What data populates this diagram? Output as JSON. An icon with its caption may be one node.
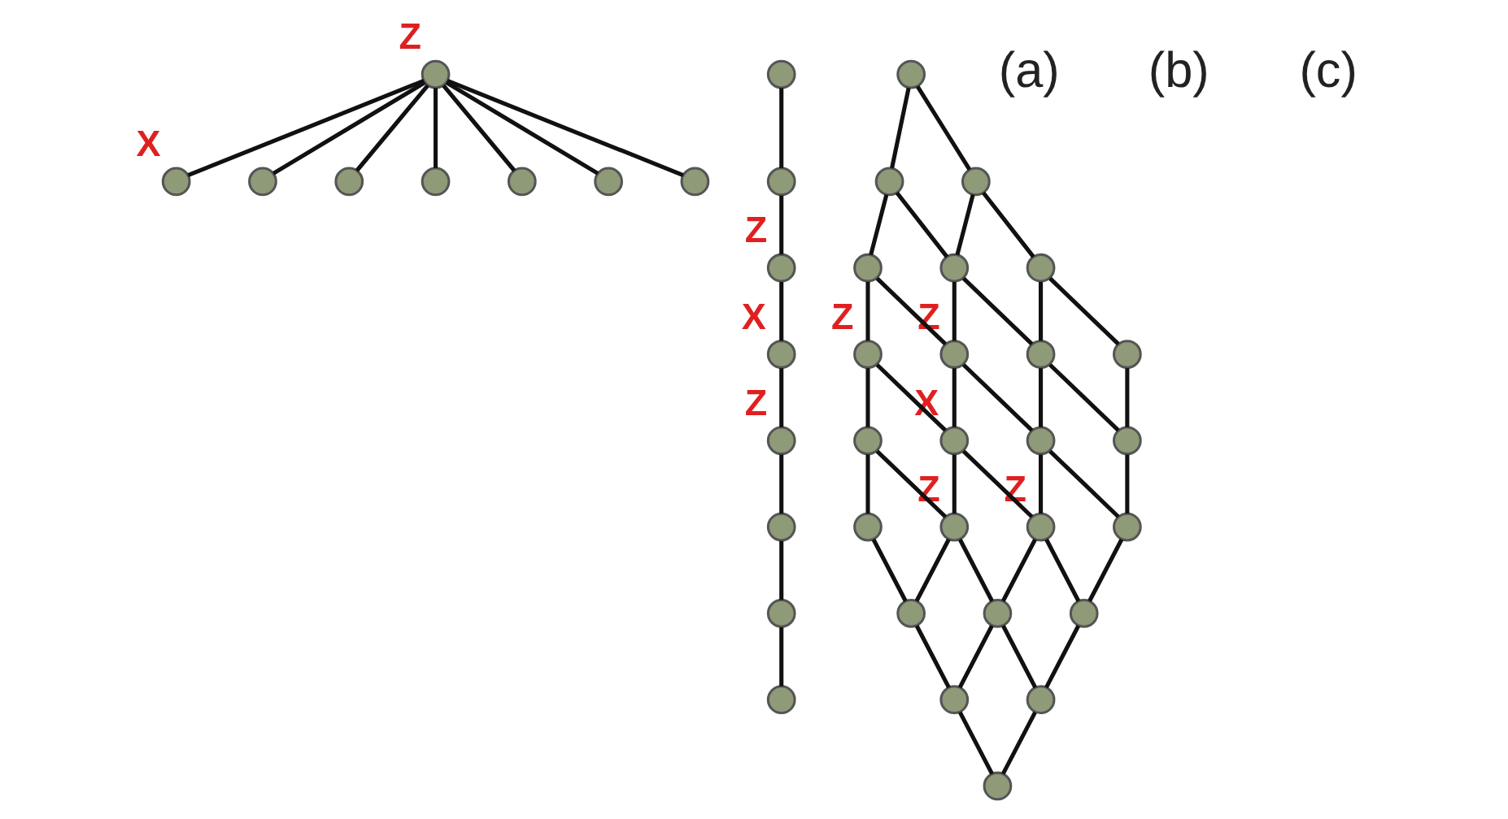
{
  "diagram": {
    "nodes": [
      {
        "text": [],
        "shape": "circle",
        "beside": [
          "Z"
        ]
      },
      {
        "text": [],
        "shape": "circle",
        "beside": [
          "X"
        ]
      },
      {
        "text": [],
        "shape": "circle"
      },
      {
        "text": [],
        "shape": "circle"
      },
      {
        "text": [],
        "shape": "circle"
      },
      {
        "text": [],
        "shape": "circle"
      },
      {
        "text": [],
        "shape": "circle"
      },
      {
        "text": [],
        "shape": "circle"
      },
      {
        "text": [],
        "shape": "circle"
      },
      {
        "text": [],
        "shape": "circle"
      },
      {
        "text": [],
        "shape": "circle",
        "beside": [
          "Z"
        ]
      },
      {
        "text": [],
        "shape": "circle",
        "beside": [
          "X"
        ]
      },
      {
        "text": [],
        "shape": "circle",
        "beside": [
          "Z"
        ]
      },
      {
        "text": [],
        "shape": "circle"
      },
      {
        "text": [],
        "shape": "circle"
      },
      {
        "text": [],
        "shape": "circle"
      },
      {
        "text": [],
        "shape": "circle"
      },
      {
        "text": [],
        "shape": "circle"
      },
      {
        "text": [],
        "shape": "circle"
      },
      {
        "text": [],
        "shape": "circle",
        "beside": [
          "Z"
        ]
      },
      {
        "text": [],
        "shape": "circle"
      },
      {
        "text": [],
        "shape": "circle"
      },
      {
        "text": [],
        "shape": "circle"
      },
      {
        "text": [],
        "shape": "circle"
      },
      {
        "text": [],
        "shape": "circle",
        "beside": [
          "Z"
        ]
      },
      {
        "text": [],
        "shape": "circle",
        "beside": [
          "X"
        ]
      },
      {
        "text": [],
        "shape": "circle",
        "beside": [
          "Z"
        ]
      },
      {
        "text": [],
        "shape": "circle"
      },
      {
        "text": [],
        "shape": "circle"
      },
      {
        "text": [],
        "shape": "circle"
      },
      {
        "text": [],
        "shape": "circle"
      },
      {
        "text": [],
        "shape": "circle",
        "beside": [
          "Z"
        ]
      },
      {
        "text": [],
        "shape": "circle"
      },
      {
        "text": [],
        "shape": "circle"
      },
      {
        "text": [],
        "shape": "circle"
      },
      {
        "text": [],
        "shape": "circle"
      },
      {
        "text": [],
        "shape": "circle"
      },
      {
        "text": [],
        "shape": "circle"
      },
      {
        "text": [],
        "shape": "circle"
      },
      {
        "text": [],
        "shape": "circle"
      }
    ],
    "edges": [
      {
        "from": 0,
        "to": 1,
        "arrow": "none"
      },
      {
        "from": 0,
        "to": 2,
        "arrow": "none"
      },
      {
        "from": 0,
        "to": 3,
        "arrow": "none"
      },
      {
        "from": 0,
        "to": 4,
        "arrow": "none"
      },
      {
        "from": 0,
        "to": 5,
        "arrow": "none"
      },
      {
        "from": 0,
        "to": 6,
        "arrow": "none"
      },
      {
        "from": 0,
        "to": 7,
        "arrow": "none"
      },
      {
        "from": 8,
        "to": 9,
        "arrow": "none"
      },
      {
        "from": 9,
        "to": 10,
        "arrow": "none"
      },
      {
        "from": 10,
        "to": 11,
        "arrow": "none"
      },
      {
        "from": 11,
        "to": 12,
        "arrow": "none"
      },
      {
        "from": 12,
        "to": 13,
        "arrow": "none"
      },
      {
        "from": 13,
        "to": 14,
        "arrow": "none"
      },
      {
        "from": 14,
        "to": 15,
        "arrow": "none"
      },
      {
        "from": 16,
        "to": 17,
        "arrow": "none"
      },
      {
        "from": 17,
        "to": 18,
        "arrow": "none"
      },
      {
        "from": 18,
        "to": 19,
        "arrow": "none"
      },
      {
        "from": 19,
        "to": 20,
        "arrow": "none"
      },
      {
        "from": 20,
        "to": 21,
        "arrow": "none"
      },
      {
        "from": 22,
        "to": 23,
        "arrow": "none"
      },
      {
        "from": 23,
        "to": 24,
        "arrow": "none"
      },
      {
        "from": 24,
        "to": 25,
        "arrow": "none"
      },
      {
        "from": 25,
        "to": 26,
        "arrow": "none"
      },
      {
        "from": 26,
        "to": 27,
        "arrow": "none"
      },
      {
        "from": 28,
        "to": 29,
        "arrow": "none"
      },
      {
        "from": 29,
        "to": 30,
        "arrow": "none"
      },
      {
        "from": 30,
        "to": 31,
        "arrow": "none"
      },
      {
        "from": 31,
        "to": 32,
        "arrow": "none"
      },
      {
        "from": 32,
        "to": 33,
        "arrow": "none"
      },
      {
        "from": 34,
        "to": 35,
        "arrow": "none"
      },
      {
        "from": 35,
        "to": 36,
        "arrow": "none"
      },
      {
        "from": 36,
        "to": 37,
        "arrow": "none"
      },
      {
        "from": 37,
        "to": 38,
        "arrow": "none"
      },
      {
        "from": 38,
        "to": 39,
        "arrow": "none"
      },
      {
        "from": 16,
        "to": 22,
        "arrow": "none"
      },
      {
        "from": 22,
        "to": 28,
        "arrow": "none"
      },
      {
        "from": 28,
        "to": 34,
        "arrow": "none"
      },
      {
        "from": 17,
        "to": 23,
        "arrow": "none"
      },
      {
        "from": 23,
        "to": 29,
        "arrow": "none"
      },
      {
        "from": 29,
        "to": 35,
        "arrow": "none"
      },
      {
        "from": 18,
        "to": 24,
        "arrow": "none"
      },
      {
        "from": 24,
        "to": 30,
        "arrow": "none"
      },
      {
        "from": 30,
        "to": 36,
        "arrow": "none"
      },
      {
        "from": 19,
        "to": 25,
        "arrow": "none"
      },
      {
        "from": 25,
        "to": 31,
        "arrow": "none"
      },
      {
        "from": 31,
        "to": 37,
        "arrow": "none"
      },
      {
        "from": 20,
        "to": 26,
        "arrow": "none"
      },
      {
        "from": 26,
        "to": 32,
        "arrow": "none"
      },
      {
        "from": 32,
        "to": 38,
        "arrow": "none"
      },
      {
        "from": 21,
        "to": 27,
        "arrow": "none"
      },
      {
        "from": 27,
        "to": 33,
        "arrow": "none"
      },
      {
        "from": 33,
        "to": 39,
        "arrow": "none"
      }
    ],
    "labels": [
      "(a)",
      "(b)",
      "(c)"
    ]
  }
}
